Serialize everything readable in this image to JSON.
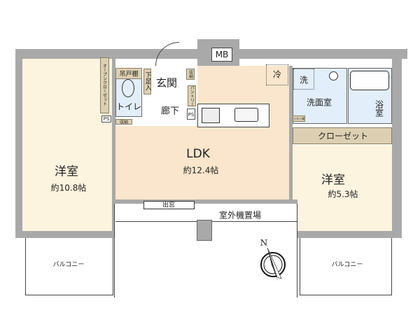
{
  "rooms": {
    "western_left": {
      "name": "洋室",
      "area": "約10.8帖"
    },
    "ldk": {
      "name": "LDK",
      "area": "約12.4帖"
    },
    "western_right": {
      "name": "洋室",
      "area": "約5.3帖"
    },
    "entrance": "玄関",
    "hallway": "廊下",
    "toilet": "トイレ",
    "washroom": "洗面室",
    "bathroom": "浴室"
  },
  "storage": {
    "open_closet": "オープンクローゼット",
    "hanging_cabinet": "吊戸棚",
    "shoe_cabinet": "下足入",
    "pantry": "パントリー",
    "storage_1": "収納",
    "storage_2": "収納",
    "closet": "クローゼット",
    "linen": "リネン庫"
  },
  "fixtures": {
    "mb": "MB",
    "fridge": "冷",
    "washer": "洗",
    "ps": "PS"
  },
  "exterior": {
    "bay_window": "出窓",
    "ac_unit_space": "室外機置場",
    "balcony_left": "バルコニー",
    "balcony_right": "バルコニー",
    "north": "N"
  },
  "colors": {
    "wall": "#a9a9a9",
    "western_room": "#fcf4de",
    "ldk": "#f9e6cc",
    "wet_area": "#e2eef9",
    "storage": "#ddd0b2"
  }
}
